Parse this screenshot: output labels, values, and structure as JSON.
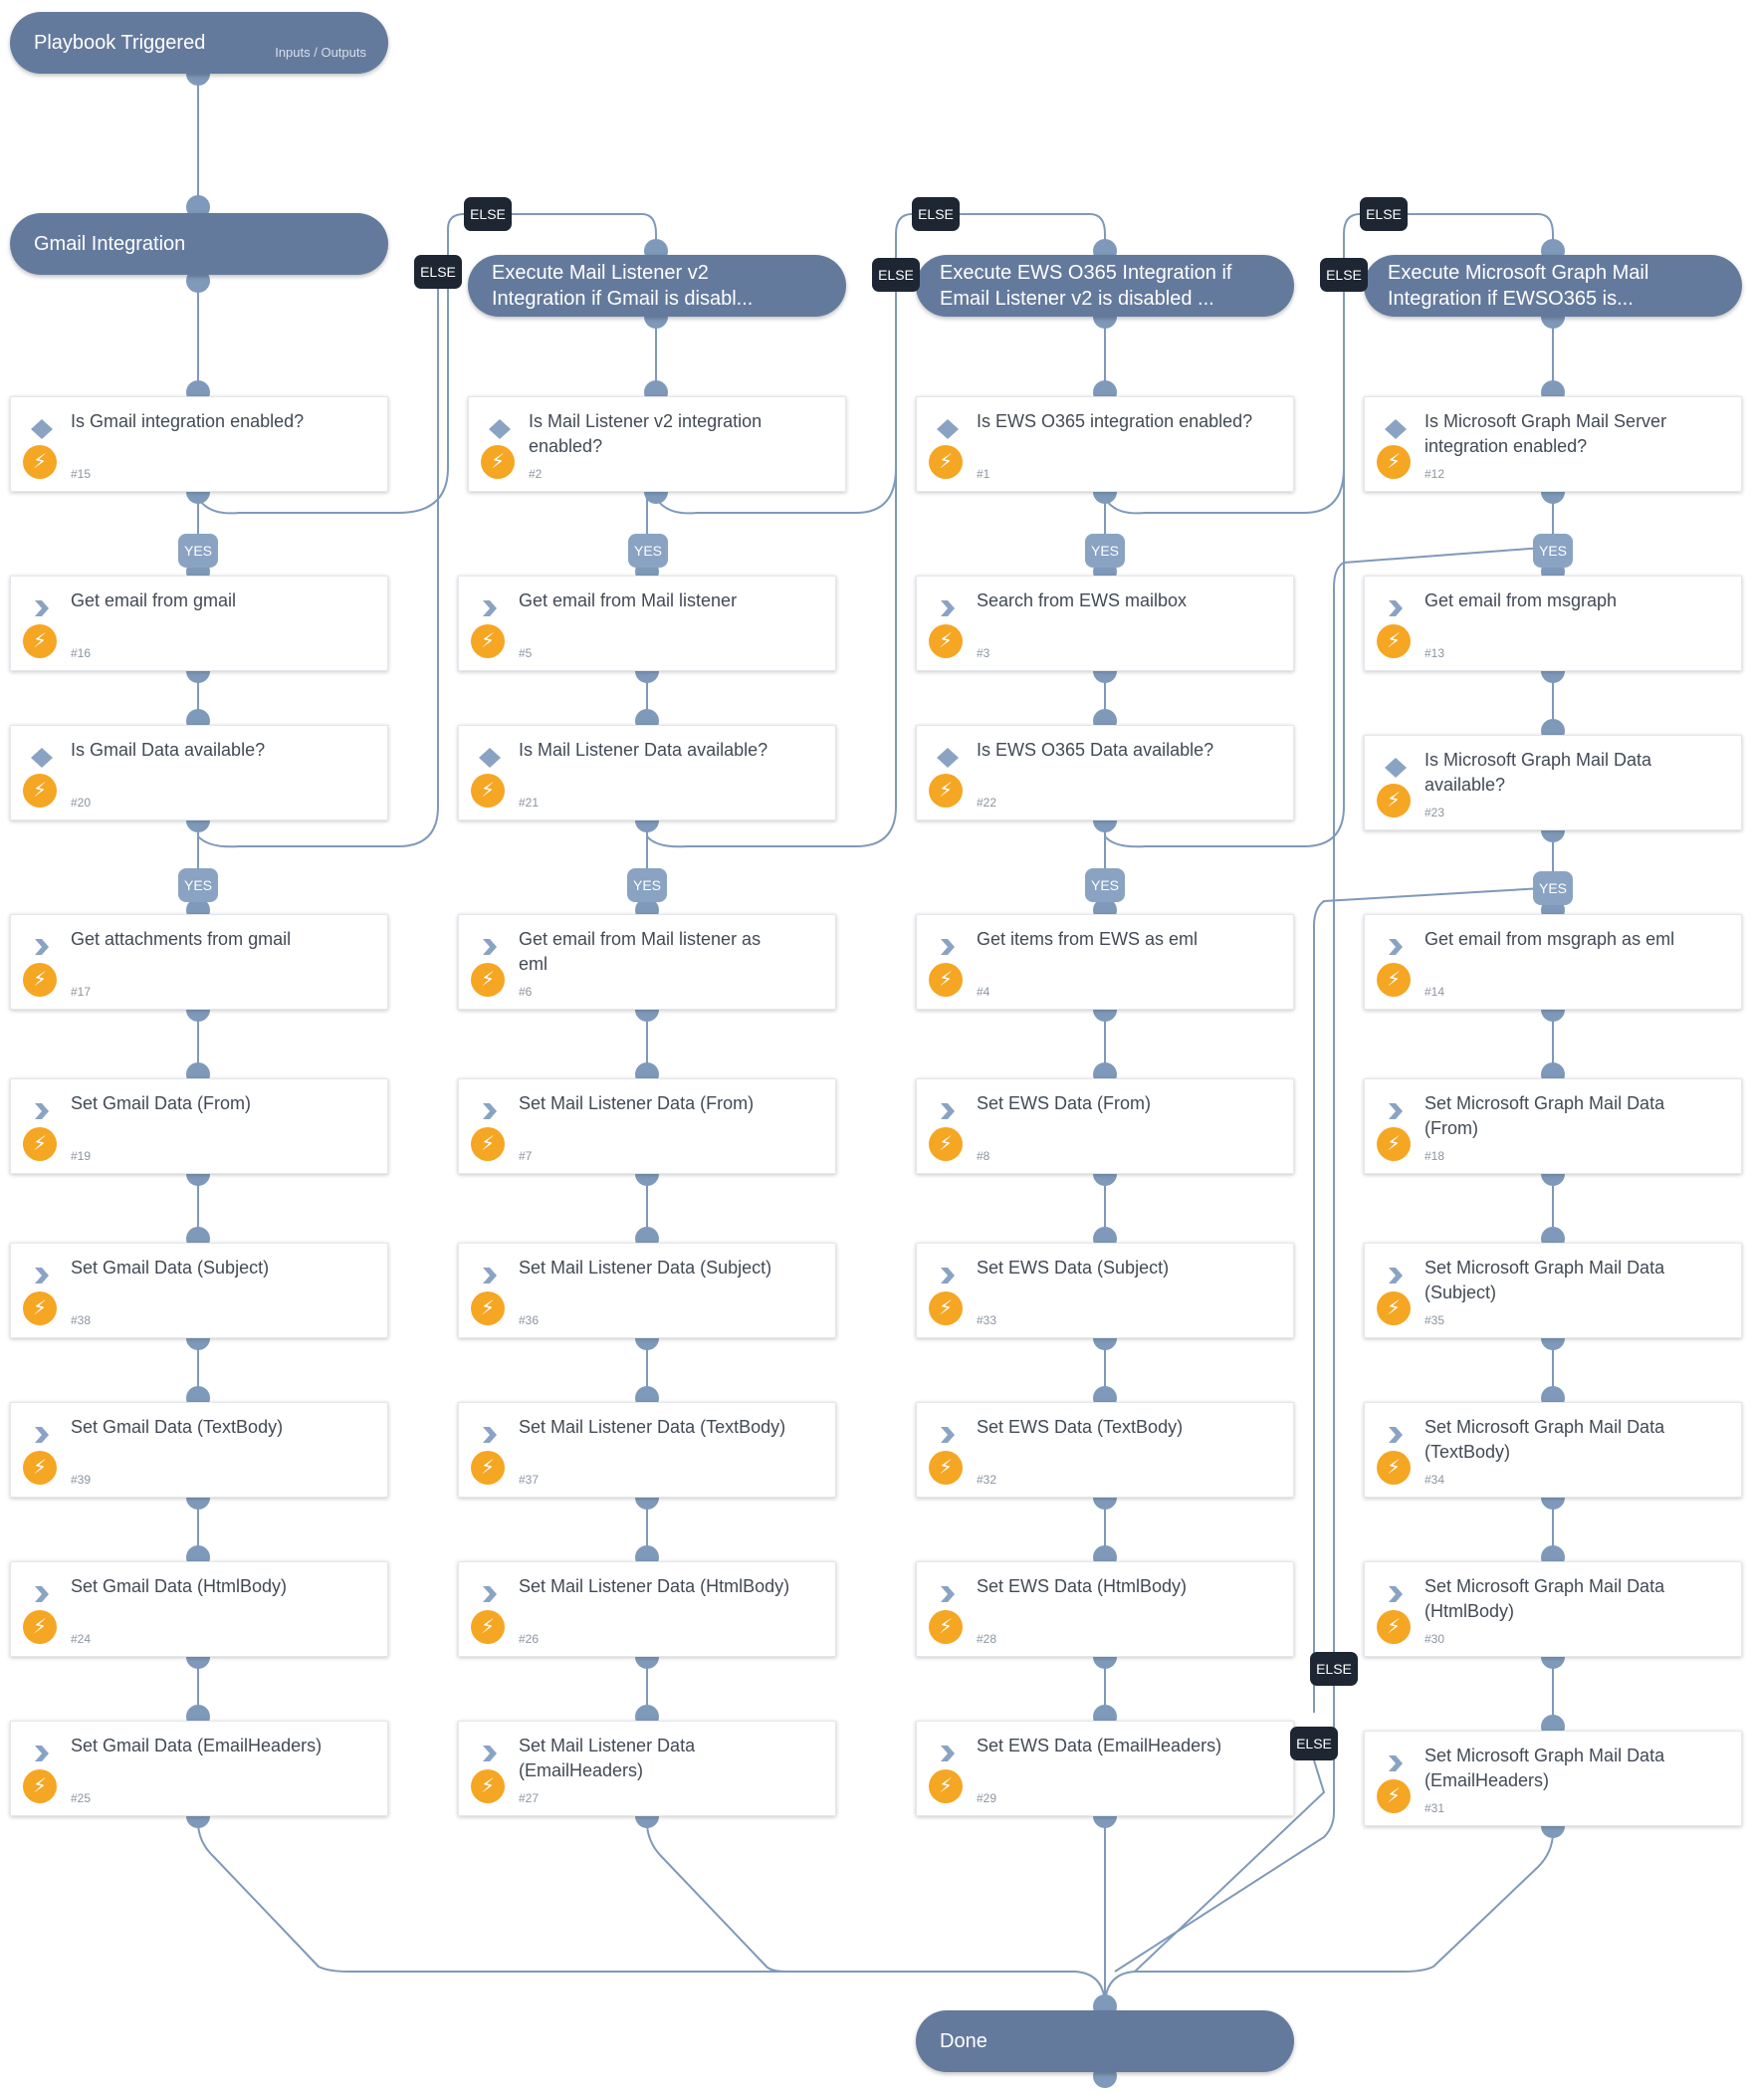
{
  "colors": {
    "section": "#647a9d",
    "wire": "#7f99ba",
    "else_badge": "#1d2632",
    "yes_badge": "#8aa3c3",
    "bolt": "#f5a623"
  },
  "trigger": {
    "title": "Playbook Triggered",
    "io_link": "Inputs / Outputs"
  },
  "sections": {
    "gmail": "Gmail Integration",
    "mail_listener": "Execute Mail Listener v2\nIntegration if Gmail is disabl...",
    "ews": "Execute EWS O365 Integration if\nEmail Listener v2 is disabled ...",
    "msgraph": "Execute Microsoft Graph Mail\nIntegration if EWSO365 is...",
    "done": "Done"
  },
  "labels": {
    "yes": "YES",
    "else": "ELSE"
  },
  "columns": [
    {
      "tasks": [
        {
          "title": "Is Gmail integration enabled?",
          "num": "#15",
          "kind": "condition"
        },
        {
          "title": "Get email from gmail",
          "num": "#16",
          "kind": "action"
        },
        {
          "title": "Is Gmail Data available?",
          "num": "#20",
          "kind": "condition"
        },
        {
          "title": "Get attachments from gmail",
          "num": "#17",
          "kind": "action"
        },
        {
          "title": "Set Gmail Data (From)",
          "num": "#19",
          "kind": "action"
        },
        {
          "title": "Set Gmail Data (Subject)",
          "num": "#38",
          "kind": "action"
        },
        {
          "title": "Set Gmail Data (TextBody)",
          "num": "#39",
          "kind": "action"
        },
        {
          "title": "Set Gmail Data (HtmlBody)",
          "num": "#24",
          "kind": "action"
        },
        {
          "title": "Set Gmail Data (EmailHeaders)",
          "num": "#25",
          "kind": "action"
        }
      ]
    },
    {
      "tasks": [
        {
          "title": "Is Mail Listener v2 integration\nenabled?",
          "num": "#2",
          "kind": "condition"
        },
        {
          "title": "Get email from Mail listener",
          "num": "#5",
          "kind": "action"
        },
        {
          "title": "Is Mail Listener Data available?",
          "num": "#21",
          "kind": "condition"
        },
        {
          "title": "Get email from Mail listener as\neml",
          "num": "#6",
          "kind": "action"
        },
        {
          "title": "Set Mail Listener Data (From)",
          "num": "#7",
          "kind": "action"
        },
        {
          "title": "Set Mail Listener Data (Subject)",
          "num": "#36",
          "kind": "action"
        },
        {
          "title": "Set Mail Listener Data (TextBody)",
          "num": "#37",
          "kind": "action"
        },
        {
          "title": "Set Mail Listener Data (HtmlBody)",
          "num": "#26",
          "kind": "action"
        },
        {
          "title": "Set Mail Listener Data\n(EmailHeaders)",
          "num": "#27",
          "kind": "action"
        }
      ]
    },
    {
      "tasks": [
        {
          "title": "Is EWS O365 integration enabled?",
          "num": "#1",
          "kind": "condition"
        },
        {
          "title": "Search from EWS mailbox",
          "num": "#3",
          "kind": "action"
        },
        {
          "title": "Is EWS O365 Data available?",
          "num": "#22",
          "kind": "condition"
        },
        {
          "title": "Get items from EWS as eml",
          "num": "#4",
          "kind": "action"
        },
        {
          "title": "Set EWS Data (From)",
          "num": "#8",
          "kind": "action"
        },
        {
          "title": "Set EWS Data (Subject)",
          "num": "#33",
          "kind": "action"
        },
        {
          "title": "Set EWS Data (TextBody)",
          "num": "#32",
          "kind": "action"
        },
        {
          "title": "Set EWS Data (HtmlBody)",
          "num": "#28",
          "kind": "action"
        },
        {
          "title": "Set EWS Data (EmailHeaders)",
          "num": "#29",
          "kind": "action"
        }
      ]
    },
    {
      "tasks": [
        {
          "title": "Is Microsoft Graph Mail Server\nintegration enabled?",
          "num": "#12",
          "kind": "condition"
        },
        {
          "title": "Get email from msgraph",
          "num": "#13",
          "kind": "action"
        },
        {
          "title": "Is Microsoft Graph Mail Data\navailable?",
          "num": "#23",
          "kind": "condition"
        },
        {
          "title": "Get email from msgraph as eml",
          "num": "#14",
          "kind": "action"
        },
        {
          "title": "Set Microsoft Graph Mail Data\n(From)",
          "num": "#18",
          "kind": "action"
        },
        {
          "title": "Set Microsoft Graph Mail Data\n(Subject)",
          "num": "#35",
          "kind": "action"
        },
        {
          "title": "Set Microsoft Graph Mail Data\n(TextBody)",
          "num": "#34",
          "kind": "action"
        },
        {
          "title": "Set Microsoft Graph Mail Data\n(HtmlBody)",
          "num": "#30",
          "kind": "action"
        },
        {
          "title": "Set Microsoft Graph Mail Data\n(EmailHeaders)",
          "num": "#31",
          "kind": "action"
        }
      ]
    }
  ]
}
